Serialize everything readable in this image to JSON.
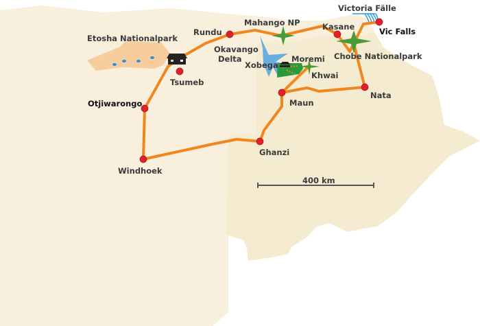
{
  "colors": {
    "namibia": "#f8f0dc",
    "botswana": "#f5ebd0",
    "route": "#f0871e",
    "town": "#e3202a",
    "park": "#f7cd9d",
    "water": "#6aaee0",
    "moremi": "#2a9a3e",
    "star": "#4a9a3a"
  },
  "labels": {
    "etosha": "Etosha Nationalpark",
    "rundu": "Rundu",
    "mahango": "Mahango NP",
    "victoria_falls_waterfall": "Victoria Fälle",
    "kasane": "Kasane",
    "vic_falls": "Vic Falls",
    "okavango_1": "Okavango",
    "okavango_2": "Delta",
    "chobe": "Chobe Nationalpark",
    "moremi": "Moremi",
    "xobega": "Xobega",
    "khwai": "Khwai",
    "tsumeb": "Tsumeb",
    "otjiwarongo": "Otjiwarongo",
    "nata": "Nata",
    "maun": "Maun",
    "windhoek": "Windhoek",
    "ghanzi": "Ghanzi",
    "scale": "400 km"
  }
}
